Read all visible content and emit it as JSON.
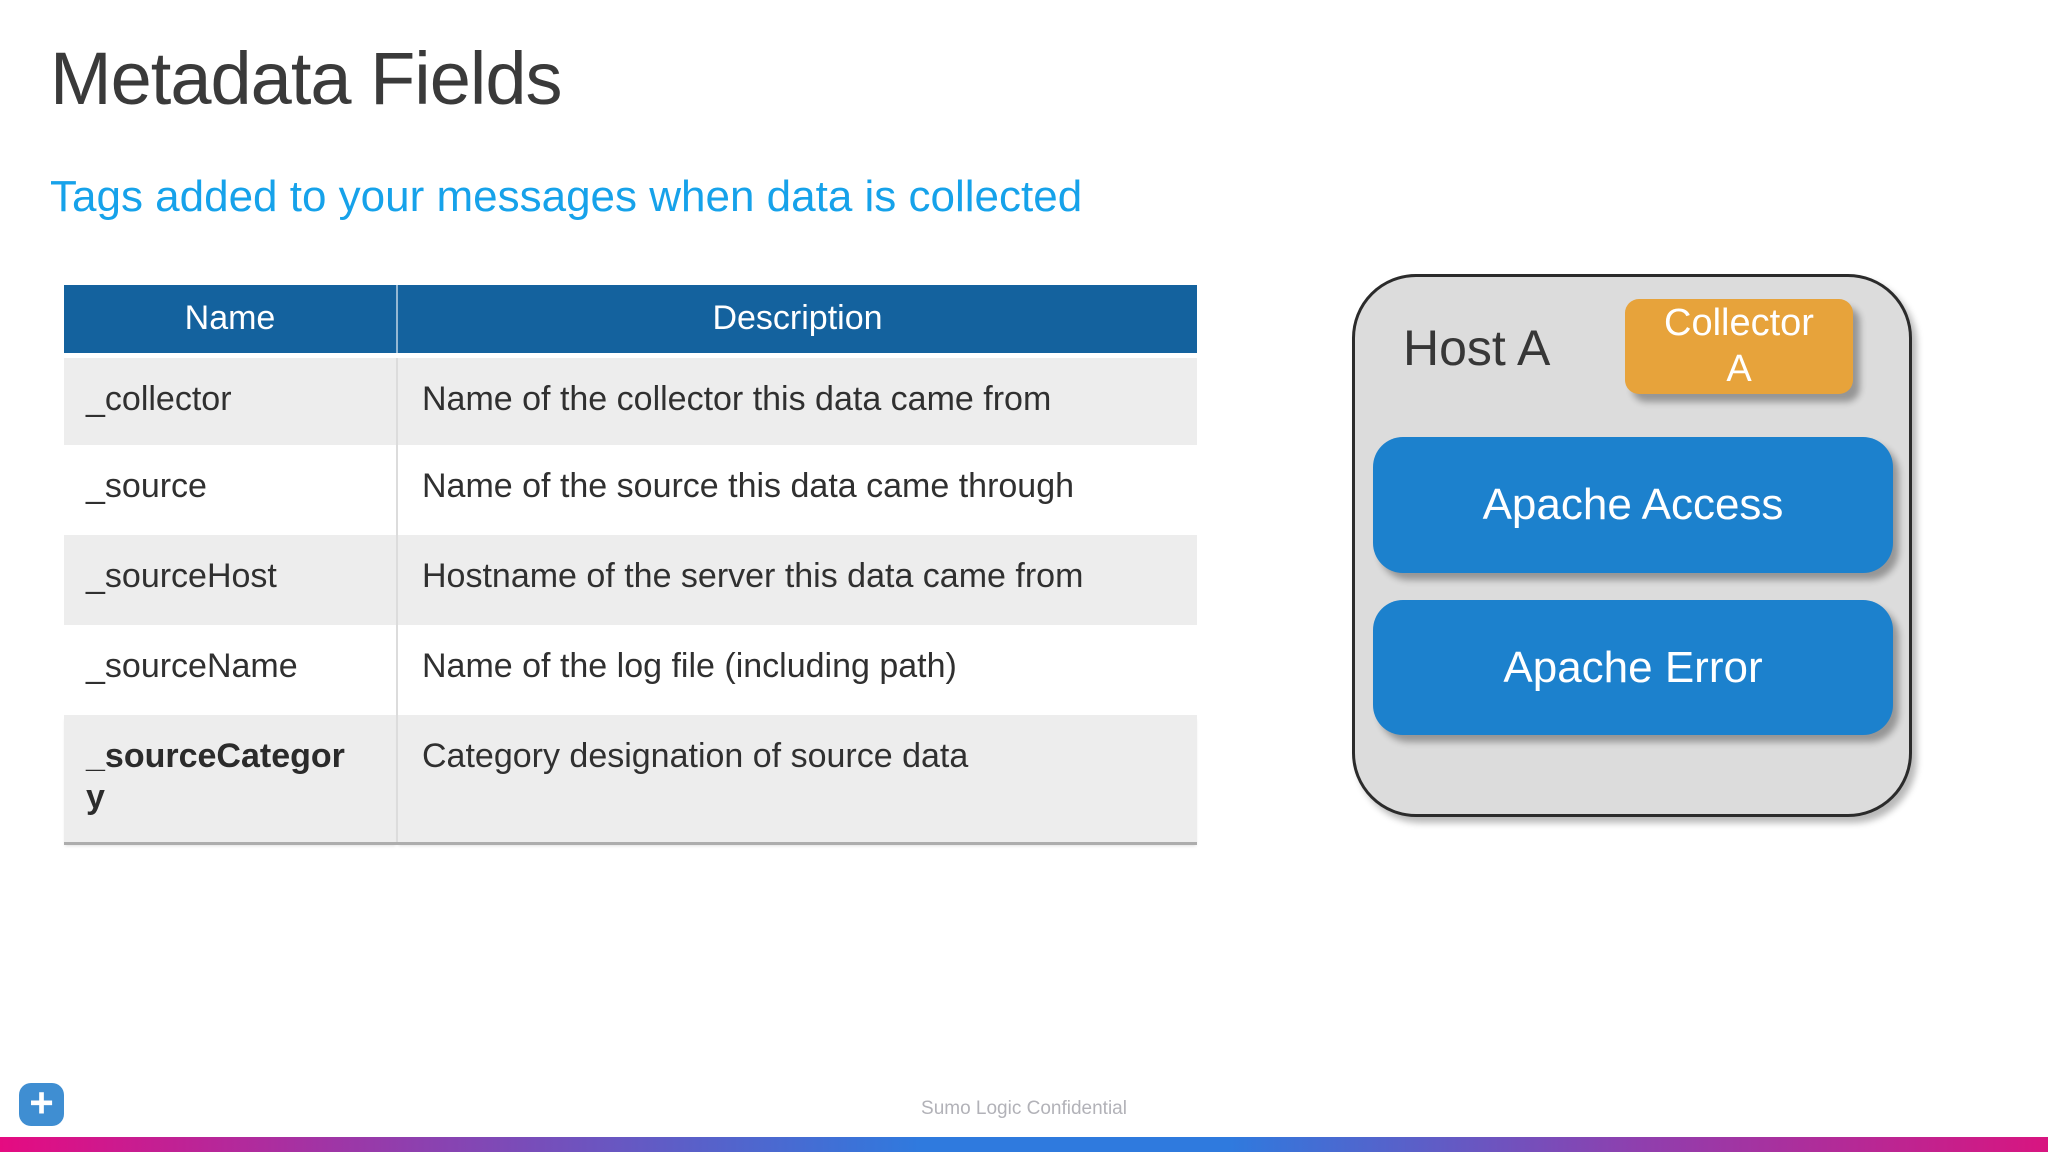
{
  "slide": {
    "title": "Metadata Fields",
    "subtitle": "Tags added to your messages when data is collected",
    "footer": "Sumo Logic Confidential"
  },
  "table": {
    "headers": {
      "name": "Name",
      "description": "Description"
    },
    "rows": [
      {
        "name": "_collector",
        "description": "Name of the collector this data came from"
      },
      {
        "name": "_source",
        "description": "Name of the source this data came through"
      },
      {
        "name": "_sourceHost",
        "description": "Hostname of the server this data came from"
      },
      {
        "name": "_sourceName",
        "description": "Name of the log file (including path)"
      },
      {
        "name": "_sourceCategory",
        "description": "Category designation of source data"
      }
    ]
  },
  "diagram": {
    "host_label": "Host A",
    "collector_label": "Collector A",
    "sources": [
      "Apache Access",
      "Apache Error"
    ]
  },
  "controls": {
    "add_button_glyph": "+"
  },
  "colors": {
    "header_blue": "#14629e",
    "row_gray": "#ededed",
    "subtitle_blue": "#16a2ea",
    "collector_orange": "#e7a33b",
    "source_blue": "#1c81cd",
    "gradient_left": "#e50b81",
    "gradient_mid": "#2f7ade",
    "gradient_right": "#d81580"
  }
}
